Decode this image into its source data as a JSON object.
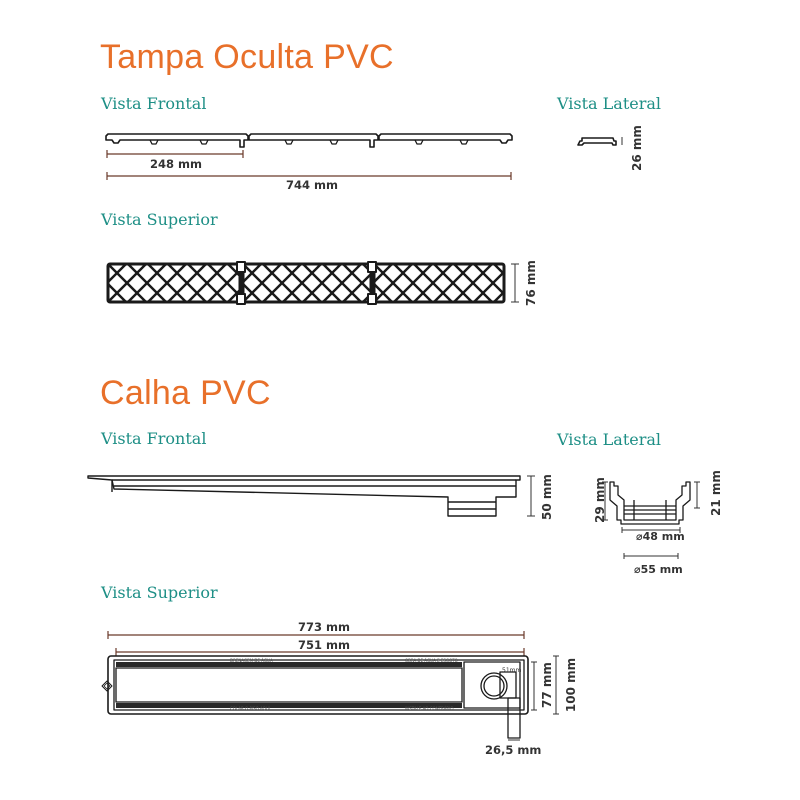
{
  "tampa": {
    "title": "Tampa Oculta PVC",
    "front_label": "Vista Frontal",
    "side_label": "Vista Lateral",
    "top_label": "Vista Superior",
    "dim_segment": "248 mm",
    "dim_total": "744 mm",
    "dim_side_height": "26 mm",
    "dim_top_width": "76 mm"
  },
  "calha": {
    "title": "Calha PVC",
    "front_label": "Vista Frontal",
    "side_label": "Vista Lateral",
    "top_label": "Vista Superior",
    "dim_front_height": "50 mm",
    "dim_side_left": "29 mm",
    "dim_side_right": "21 mm",
    "dim_inner_diameter": "48 mm",
    "dim_outer_diameter": "55 mm",
    "dim_total_length": "773 mm",
    "dim_inner_length": "751 mm",
    "dim_width_inner": "77 mm",
    "dim_width_outer": "100 mm",
    "dim_outlet": "26,5 mm",
    "dim_outlet_small": "51mm",
    "diameter_symbol": "⌀",
    "top_prints": [
      "DRENAGEM DE ÁGUA",
      "OBRA DE ÁGUA E ESGOTO",
      "COLAR O PISO AQUI",
      "INSTALE AO CONTRÁRIO"
    ]
  },
  "colors": {
    "title": "#e8702a",
    "view_label": "#1e8f86",
    "dim_line": "#6b3a2a",
    "drawing": "#1a1a1a"
  }
}
